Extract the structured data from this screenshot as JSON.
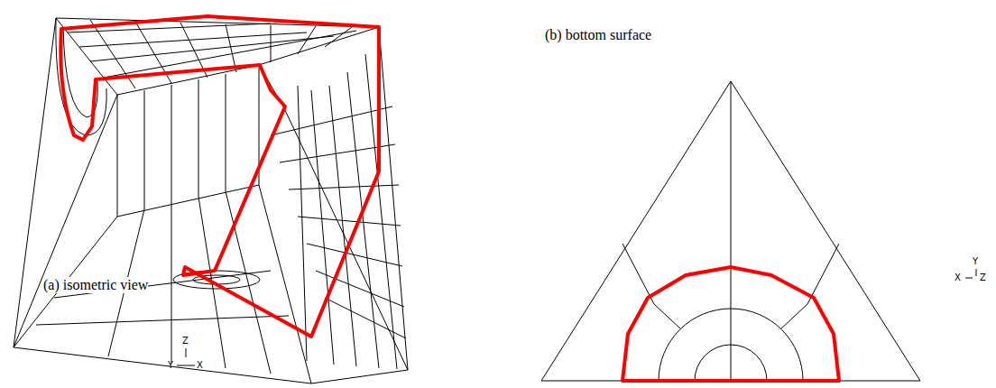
{
  "diagram": {
    "labels": [
      "(a) isometric view",
      "Z",
      "Y",
      "X",
      "(b) bottom surface",
      "Y",
      "X",
      "Z"
    ]
  }
}
